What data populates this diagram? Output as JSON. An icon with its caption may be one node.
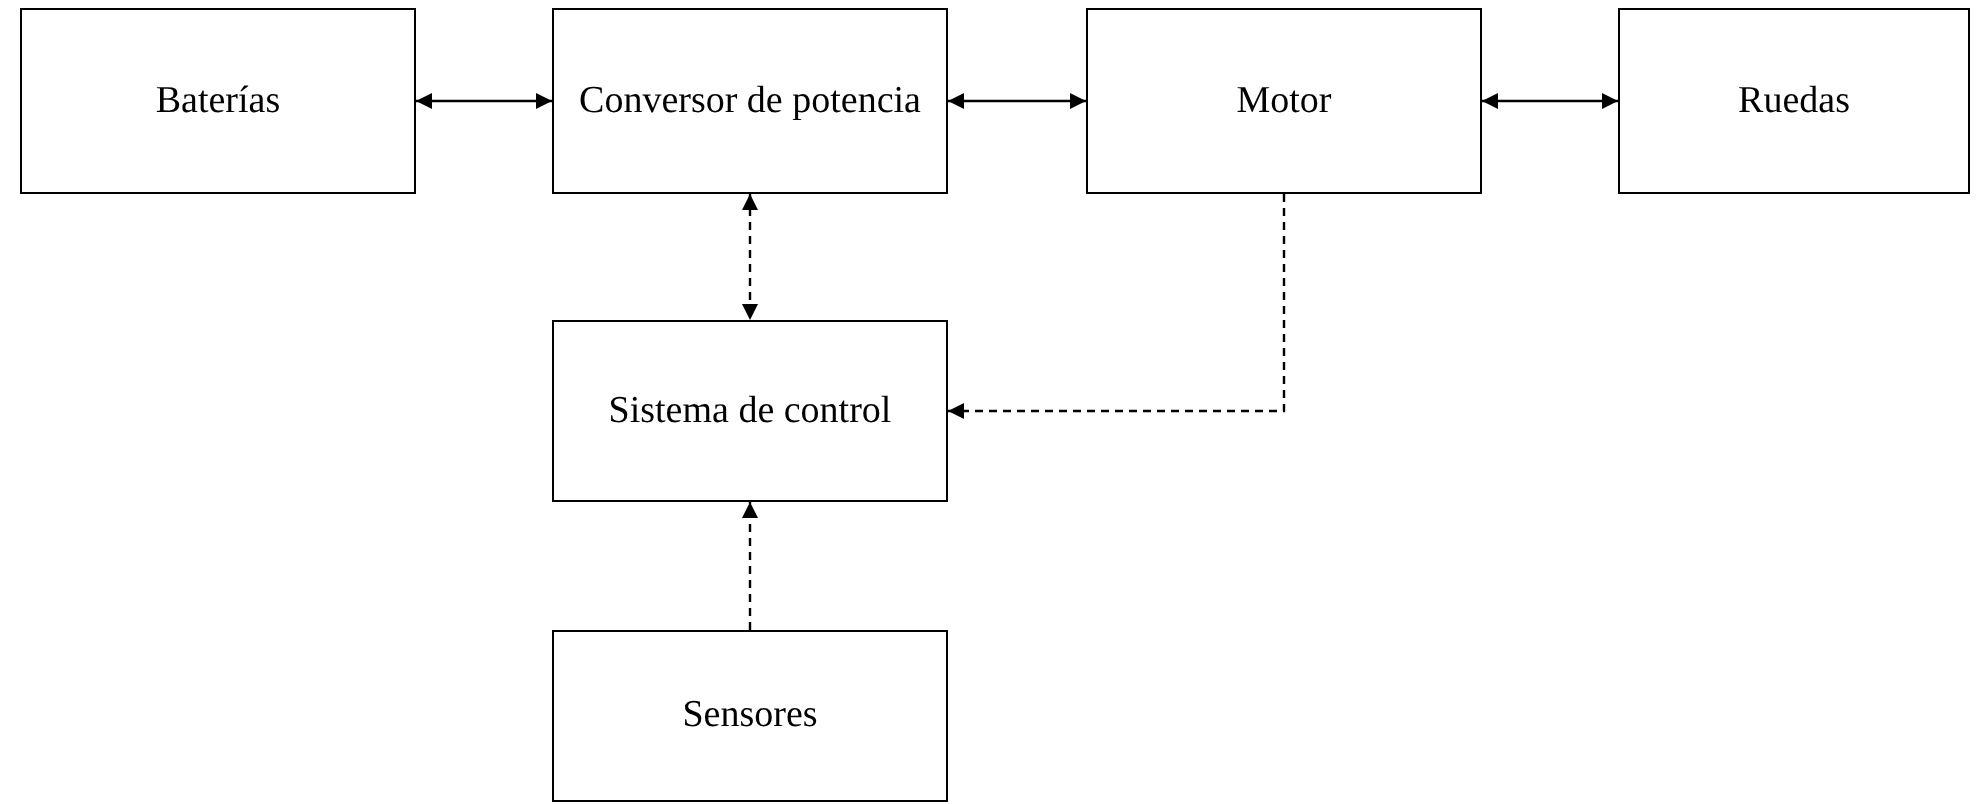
{
  "diagram": {
    "nodes": [
      {
        "text": [
          "Baterías"
        ]
      },
      {
        "text": [
          "Conversor de potencia"
        ]
      },
      {
        "text": [
          "Motor"
        ]
      },
      {
        "text": [
          "Ruedas"
        ]
      },
      {
        "text": [
          "Sistema de control"
        ]
      },
      {
        "text": [
          "Sensores"
        ]
      }
    ],
    "edges": [
      {
        "from": 0,
        "to": 1,
        "arrow": "both"
      },
      {
        "from": 1,
        "to": 2,
        "arrow": "both"
      },
      {
        "from": 2,
        "to": 3,
        "arrow": "both"
      },
      {
        "from": 1,
        "to": 4,
        "arrow": "both",
        "style": "dashed"
      },
      {
        "from": 2,
        "to": 4,
        "arrow": "to",
        "style": "dashed"
      },
      {
        "from": 5,
        "to": 4,
        "arrow": "to",
        "style": "dashed"
      }
    ]
  }
}
